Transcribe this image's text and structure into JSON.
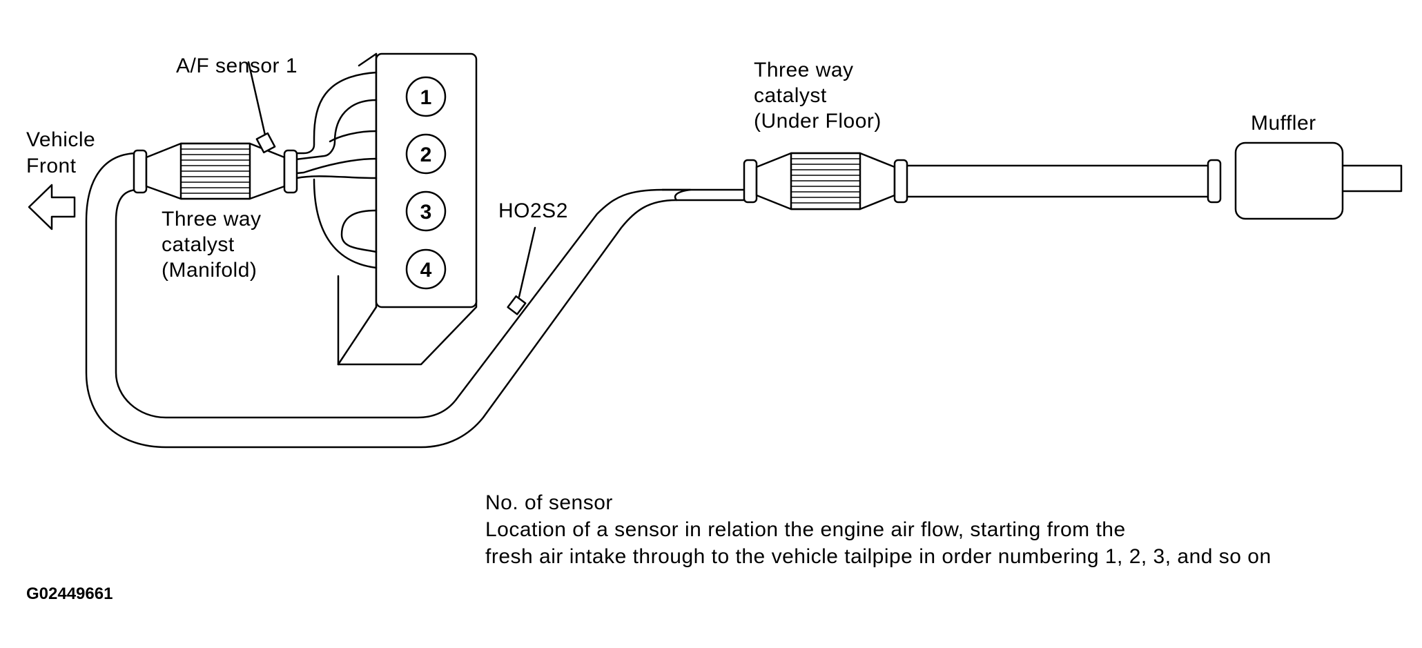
{
  "labels": {
    "vehicle_front_line1": "Vehicle",
    "vehicle_front_line2": "Front",
    "af_sensor": "A/F sensor 1",
    "manifold_catalyst_line1": "Three way",
    "manifold_catalyst_line2": "catalyst",
    "manifold_catalyst_line3": "(Manifold)",
    "underfloor_catalyst_line1": "Three way",
    "underfloor_catalyst_line2": "catalyst",
    "underfloor_catalyst_line3": "(Under Floor)",
    "ho2s2": "HO2S2",
    "muffler": "Muffler"
  },
  "cylinders": [
    "1",
    "2",
    "3",
    "4"
  ],
  "note": {
    "title": "No. of sensor",
    "line1": "Location of a sensor in relation the engine air flow, starting from the",
    "line2": "fresh air intake through to the vehicle tailpipe in order numbering 1, 2, 3, and so on"
  },
  "figure_code": "G02449661"
}
